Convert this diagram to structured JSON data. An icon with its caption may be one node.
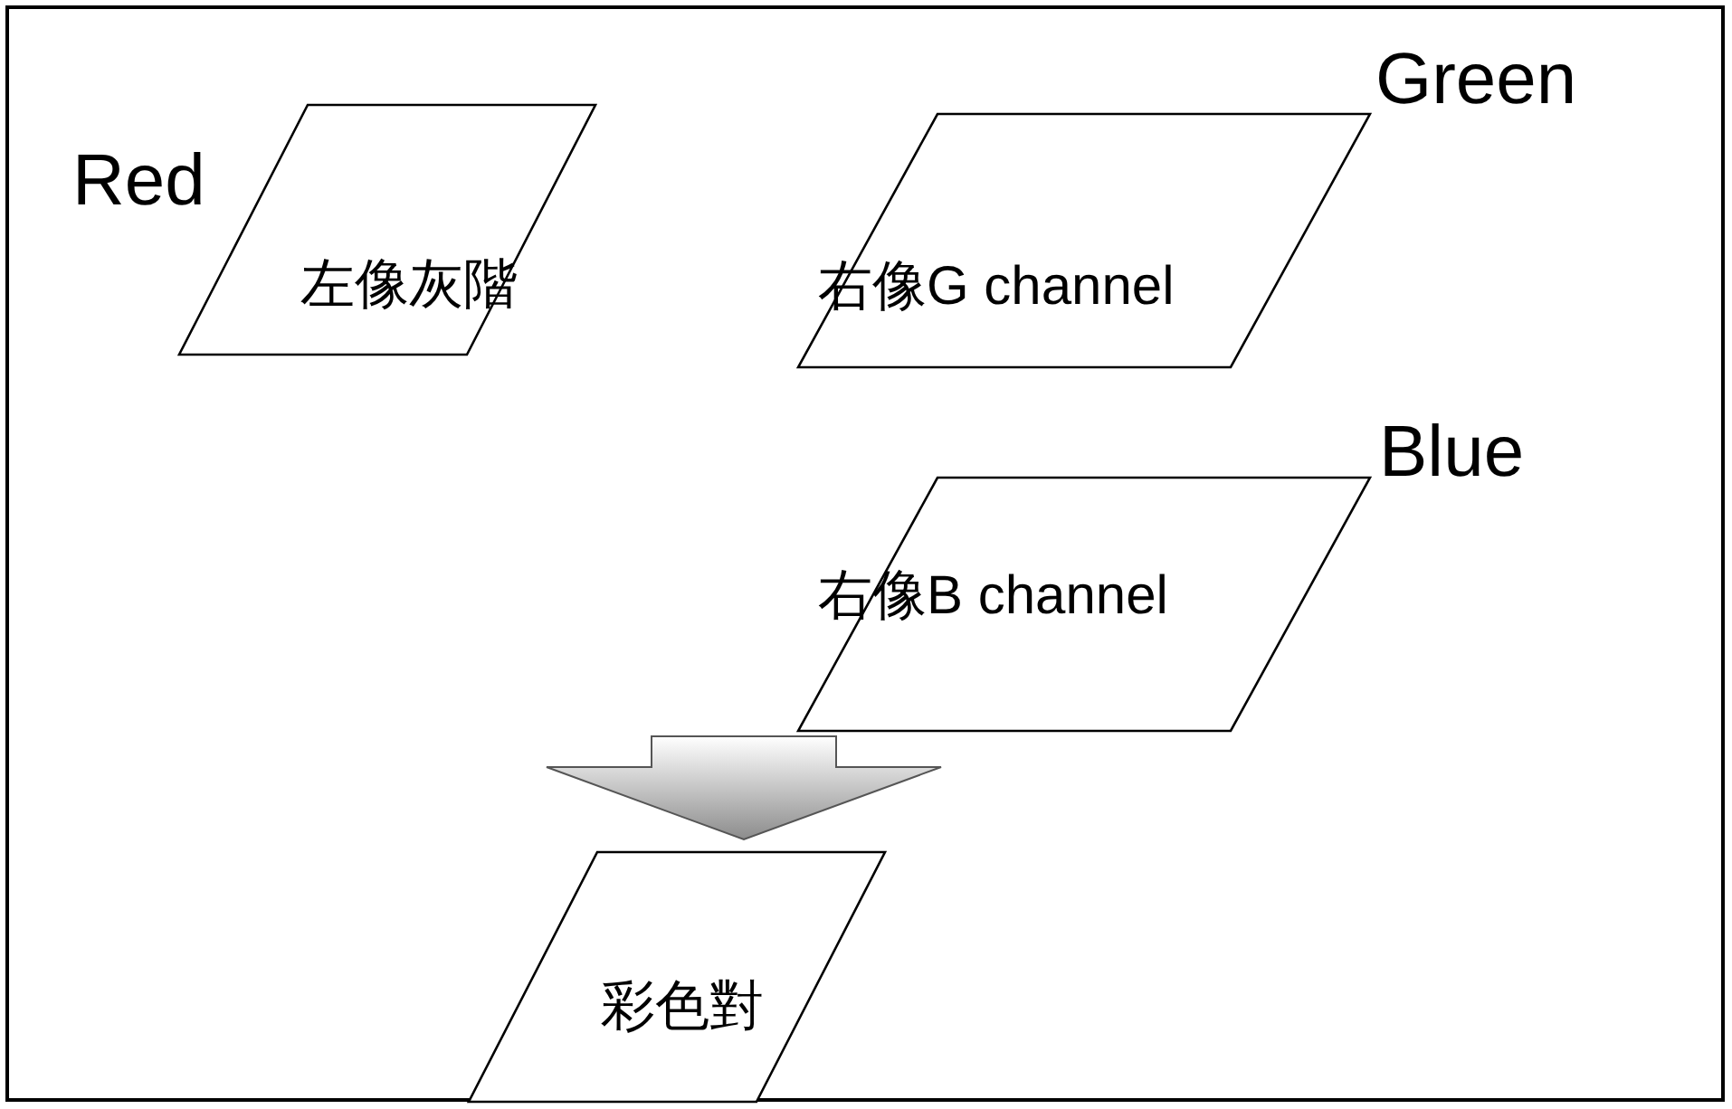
{
  "diagram": {
    "nodes": [
      {
        "text": [
          "左像灰階"
        ],
        "beside": [
          "Red"
        ]
      },
      {
        "text": [
          "右像G channel"
        ],
        "beside": [
          "Green"
        ]
      },
      {
        "text": [
          "右像B channel"
        ],
        "beside": [
          "Blue"
        ]
      },
      {
        "text": [
          "彩色對"
        ]
      }
    ],
    "edges": [
      {
        "from": 2,
        "to": 3,
        "arrow": "to"
      }
    ]
  }
}
